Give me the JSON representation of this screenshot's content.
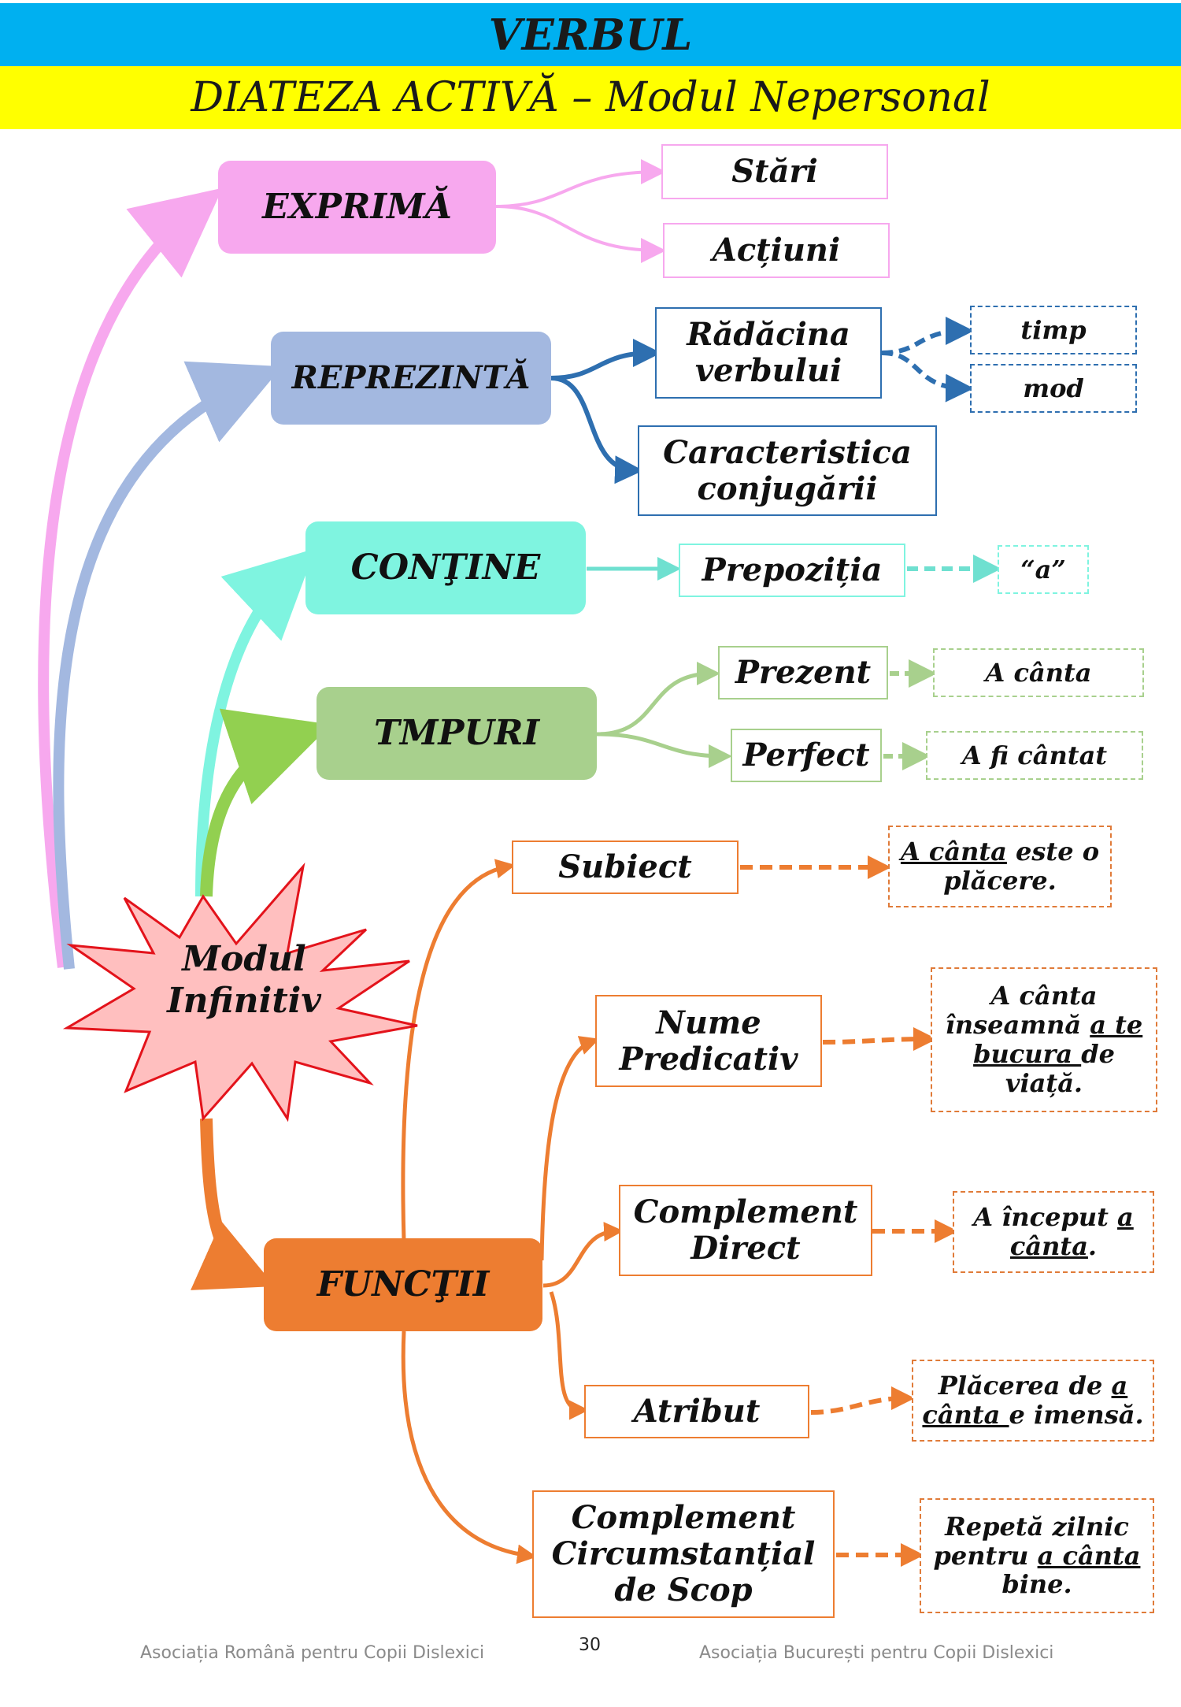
{
  "header": {
    "title": "VERBUL",
    "subtitle": "DIATEZA ACTIVĂ – Modul Nepersonal"
  },
  "center": {
    "line1": "Modul",
    "line2": "Infinitiv"
  },
  "branches": {
    "exprima": {
      "label": "EXPRIMĂ",
      "color": "#f7a8ee",
      "items": [
        "Stări",
        "Acțiuni"
      ]
    },
    "reprezinta": {
      "label": "REPREZINTĂ",
      "color": "#a3b8e0",
      "stroke": "#2e6fb0",
      "items": [
        "Rădăcina verbului",
        "Caracteristica conjugării"
      ],
      "sub_items": [
        "timp",
        "mod"
      ]
    },
    "contine": {
      "label": "CONŢINE",
      "color": "#7ff4e0",
      "stroke": "#6fe0d0",
      "items": [
        "Prepoziția"
      ],
      "sub_items": [
        "“a”"
      ]
    },
    "timpuri": {
      "label": "TMPURI",
      "color": "#a8d08d",
      "stroke": "#a8d08d",
      "items": [
        "Prezent",
        "Perfect"
      ],
      "examples": [
        "A cânta",
        "A fi cântat"
      ]
    },
    "functii": {
      "label": "FUNCŢII",
      "color": "#ed7d31",
      "items": [
        "Subiect",
        "Nume Predicativ",
        "Complement Direct",
        "Atribut",
        "Complement Circumstanțial de Scop"
      ]
    }
  },
  "examples": {
    "subiect": {
      "u1": "A cânta",
      "t1": " este o plăcere."
    },
    "nume_predicativ": {
      "t1": "A cânta înseamnă ",
      "u1": "a te bucura ",
      "t2": "de viață."
    },
    "complement_direct": {
      "t1": "A început ",
      "u1": "a cânta",
      "t2": "."
    },
    "atribut": {
      "t1": "Plăcerea de ",
      "u1": "a cânta ",
      "t2": "e imensă."
    },
    "complement_scop": {
      "t1": "Repetă zilnic pentru ",
      "u1": "a cânta",
      "t2": " bine."
    }
  },
  "footer": {
    "left": "Asociația Română pentru Copii Dislexici",
    "page": "30",
    "right": "Asociația București pentru Copii Dislexici"
  }
}
